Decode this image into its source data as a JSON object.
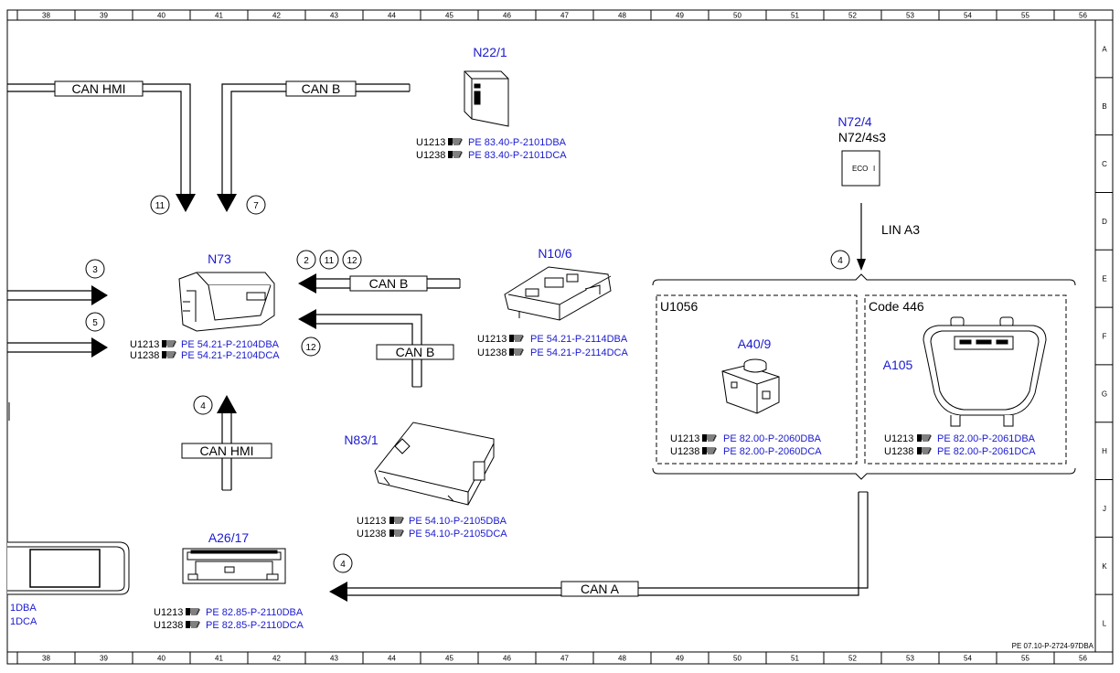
{
  "ruler": {
    "columns": [
      "38",
      "39",
      "40",
      "41",
      "42",
      "43",
      "44",
      "45",
      "46",
      "47",
      "48",
      "49",
      "50",
      "51",
      "52",
      "53",
      "54",
      "55",
      "56"
    ],
    "rows": [
      "A",
      "B",
      "C",
      "D",
      "E",
      "F",
      "G",
      "H",
      "J",
      "K",
      "L"
    ]
  },
  "footer_ref": "PE 07.10-P-2724-97DBA",
  "buses": {
    "can_hmi": "CAN HMI",
    "can_b": "CAN B",
    "can_a": "CAN A",
    "lin_a3": "LIN A3"
  },
  "markers": {
    "m11": "11",
    "m7": "7",
    "m3": "3",
    "m5": "5",
    "m2": "2",
    "m11b": "11",
    "m12": "12",
    "m12b": "12",
    "m4a": "4",
    "m4b": "4",
    "m4c": "4"
  },
  "components": {
    "n22_1": {
      "id": "N22/1",
      "ref1_code": "U1213",
      "ref1_doc": "PE 83.40-P-2101DBA",
      "ref2_code": "U1238",
      "ref2_doc": "PE 83.40-P-2101DCA"
    },
    "n72_4": {
      "id": "N72/4",
      "sub": "N72/4s3",
      "button_text": "ECO",
      "button_symbol": "I"
    },
    "n73": {
      "id": "N73",
      "ref1_code": "U1213",
      "ref1_doc": "PE 54.21-P-2104DBA",
      "ref2_code": "U1238",
      "ref2_doc": "PE 54.21-P-2104DCA"
    },
    "n10_6": {
      "id": "N10/6",
      "ref1_code": "U1213",
      "ref1_doc": "PE 54.21-P-2114DBA",
      "ref2_code": "U1238",
      "ref2_doc": "PE 54.21-P-2114DCA"
    },
    "n83_1": {
      "id": "N83/1",
      "ref1_code": "U1213",
      "ref1_doc": "PE 54.10-P-2105DBA",
      "ref2_code": "U1238",
      "ref2_doc": "PE 54.10-P-2105DCA"
    },
    "a26_17": {
      "id": "A26/17",
      "ref1_code": "U1213",
      "ref1_doc": "PE 82.85-P-2110DBA",
      "ref2_code": "U1238",
      "ref2_doc": "PE 82.85-P-2110DCA"
    },
    "a40_9": {
      "id": "A40/9",
      "ref1_code": "U1213",
      "ref1_doc": "PE 82.00-P-2060DBA",
      "ref2_code": "U1238",
      "ref2_doc": "PE 82.00-P-2060DCA"
    },
    "a105": {
      "id": "A105",
      "ref1_code": "U1213",
      "ref1_doc": "PE 82.00-P-2061DBA",
      "ref2_code": "U1238",
      "ref2_doc": "PE 82.00-P-2061DCA"
    },
    "left_cut": {
      "ref1_doc": "1DBA",
      "ref2_doc": "1DCA"
    }
  },
  "groups": {
    "u1056": "U1056",
    "code446": "Code 446"
  },
  "colors": {
    "link": "#1a1ad0",
    "line": "#000000"
  }
}
